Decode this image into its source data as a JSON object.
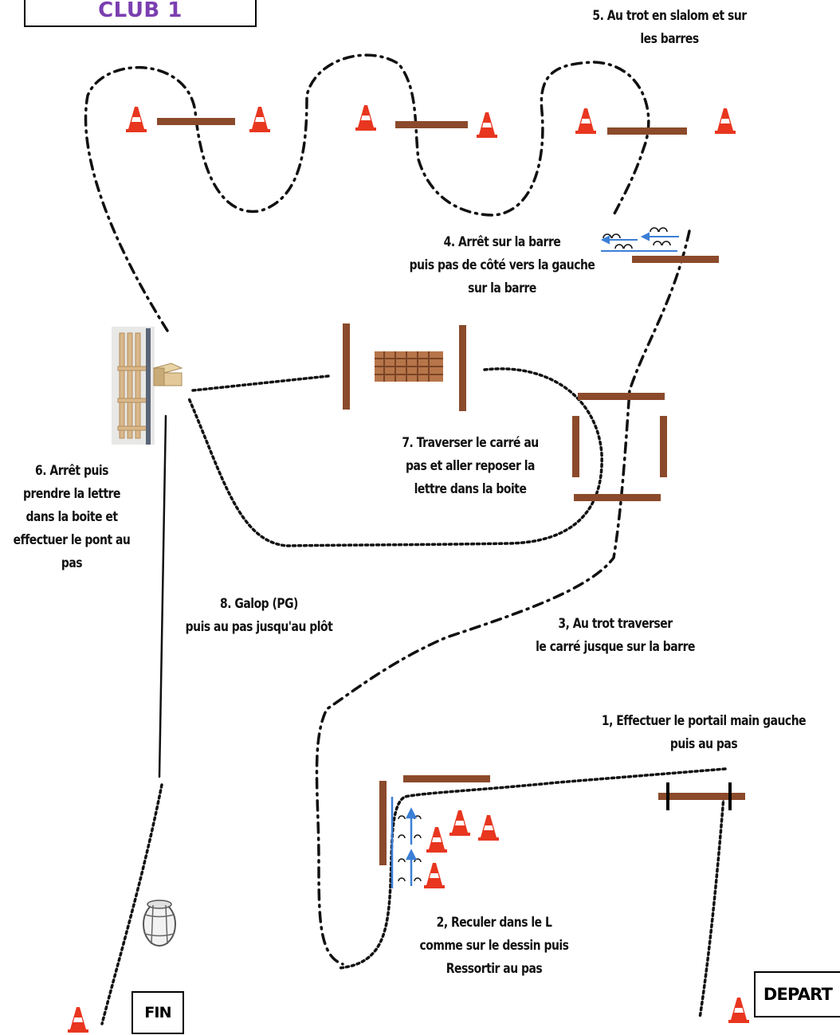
{
  "title": "RANCH TRAIL CLUB 1",
  "steps": {
    "step1": [
      "1, Effectuer le portail main gauche",
      "puis au pas"
    ],
    "step2": [
      "2, Reculer dans le L",
      "comme sur le dessin puis",
      "Ressortir au pas"
    ],
    "step3": [
      "3, Au trot traverser",
      "le carré jusque sur la barre"
    ],
    "step4": [
      "4. Arrêt sur la barre",
      "puis pas de côté vers la gauche",
      "sur la barre"
    ],
    "step5": [
      "5. Au trot en slalom et sur",
      "les barres"
    ],
    "step6": [
      "6. Arrêt puis",
      "prendre la lettre",
      "dans la boite et",
      "effectuer le pont au",
      "pas"
    ],
    "step7": [
      "7. Traverser le carré au",
      "pas et aller reposer la",
      "lettre dans la boite"
    ],
    "step8": [
      "8. Galop (PG)",
      "puis au pas jusqu'au plôt"
    ]
  },
  "start_label": "DEPART",
  "end_label": "FIN",
  "colors": {
    "pole": "#8b4a2b",
    "cone": "#e8361f",
    "title": "#7a3fb0",
    "arrow": "#3b7fd6"
  }
}
